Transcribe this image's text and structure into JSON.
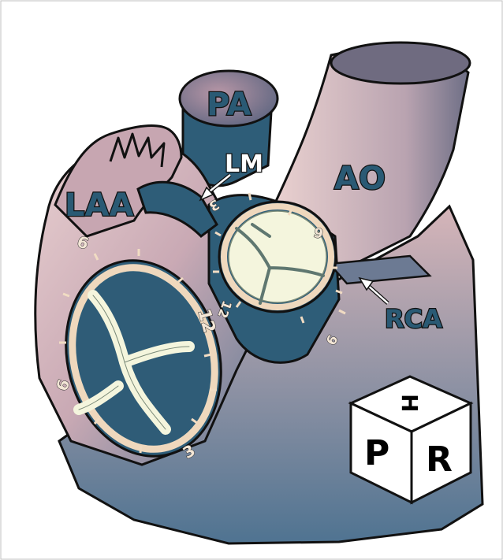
{
  "labels": {
    "pa": "PA",
    "lm": "LM",
    "ao": "AO",
    "laa": "LAA",
    "rca": "RCA"
  },
  "mitral_clock": {
    "n12": "12",
    "n3": "3",
    "n6": "6",
    "n9": "9"
  },
  "aortic_clock": {
    "n12": "12",
    "n3": "3",
    "n6": "6",
    "n9": "9"
  },
  "orientation_cube": {
    "top": "H",
    "front": "P",
    "side": "R"
  },
  "colors": {
    "tissue_pink": "#d9b8bc",
    "vessel_blue": "#2e5d78",
    "ring_beige": "#f1dcc3",
    "leaflet_cream": "#f4f5dd"
  }
}
